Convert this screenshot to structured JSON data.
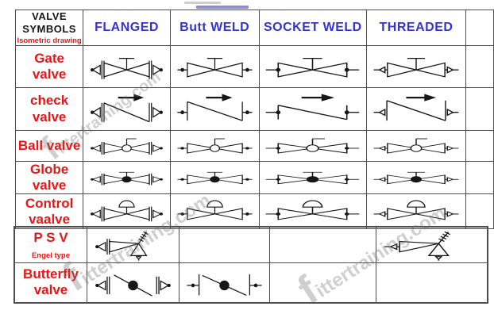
{
  "colors": {
    "header_text": "#3434d0",
    "label_text": "#e81616",
    "grid_line": "#4d4d4d",
    "symbol_line": "#161616",
    "watermark": "rgba(110,110,110,0.33)"
  },
  "watermark": {
    "text": "fittertraining.com"
  },
  "table": {
    "corner": {
      "title_lines": [
        "VALVE",
        "SYMBOLS"
      ],
      "subtitle": "Isometric drawing"
    },
    "columns": [
      {
        "id": "flanged",
        "label": "FLANGED"
      },
      {
        "id": "butt",
        "label": "Butt WELD"
      },
      {
        "id": "socket",
        "label": "SOCKET WELD"
      },
      {
        "id": "threaded",
        "label": "THREADED"
      }
    ],
    "rows": [
      {
        "section": "upper",
        "label_lines": [
          "Gate valve"
        ],
        "subtitle": null,
        "symbols": {
          "flanged": "gate",
          "butt": "gate",
          "socket": "gate",
          "threaded": "gate"
        }
      },
      {
        "section": "upper",
        "label_lines": [
          "check",
          "valve"
        ],
        "subtitle": null,
        "symbols": {
          "flanged": "check",
          "butt": "check",
          "socket": "check",
          "threaded": "check"
        }
      },
      {
        "section": "upper",
        "label_lines": [
          "Ball valve"
        ],
        "subtitle": null,
        "symbols": {
          "flanged": "ball",
          "butt": "ball",
          "socket": "ball",
          "threaded": "ball"
        }
      },
      {
        "section": "upper",
        "label_lines": [
          "Globe",
          "valve"
        ],
        "subtitle": null,
        "symbols": {
          "flanged": "globe",
          "butt": "globe",
          "socket": "globe",
          "threaded": "globe"
        }
      },
      {
        "section": "upper",
        "label_lines": [
          "Control",
          "vaalve"
        ],
        "subtitle": null,
        "symbols": {
          "flanged": "control",
          "butt": "control",
          "socket": "control",
          "threaded": "control"
        }
      },
      {
        "section": "lower",
        "label_lines": [
          "P S V"
        ],
        "subtitle": "Engel type",
        "symbols": {
          "flanged": "psv",
          "butt": null,
          "socket": null,
          "threaded": "psv"
        }
      },
      {
        "section": "lower",
        "label_lines": [
          "Butterfly",
          "valve"
        ],
        "subtitle": null,
        "symbols": {
          "flanged": "butterfly",
          "butt": "butterfly",
          "socket": null,
          "threaded": null
        }
      }
    ]
  }
}
